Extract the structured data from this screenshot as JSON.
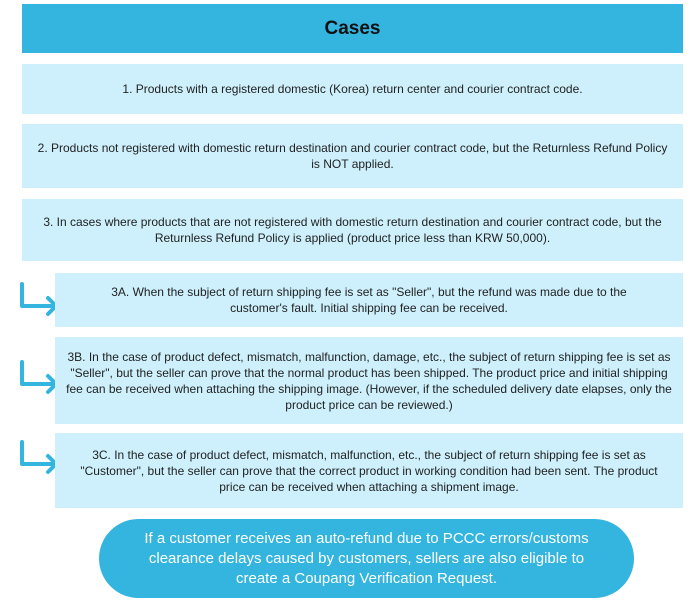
{
  "title": "Cases",
  "cases": [
    "1. Products with a registered domestic (Korea) return center and courier contract code.",
    "2. Products not registered with domestic return destination and courier contract code, but the Returnless Refund Policy is NOT applied.",
    "3. In cases where products that are not registered with domestic return destination and courier contract code, but the Returnless Refund Policy is applied (product price less than KRW 50,000)."
  ],
  "subcases": [
    "3A. When the subject of return shipping fee is set as \"Seller\", but the refund was made due to the customer's fault. Initial shipping fee can be received.",
    "3B. In the case of product defect, mismatch, malfunction, damage, etc., the subject of return shipping fee is set as \"Seller\", but the seller can prove that the normal product has been shipped. The product price and initial shipping fee can be received when attaching the shipping image. (However, if the scheduled delivery date elapses, only the product price can be reviewed.)",
    "3C. In the case of product defect, mismatch, malfunction, etc., the subject of return shipping fee is set as \"Customer\", but the seller can prove that the correct product in working condition had been sent. The product price can be received when attaching a shipment image."
  ],
  "note": "If a customer receives an auto-refund due to PCCC errors/customs clearance delays caused by customers, sellers are also eligible to create a Coupang Verification Request.",
  "colors": {
    "accent": "#33b5e0",
    "box": "#cdf0fc"
  }
}
